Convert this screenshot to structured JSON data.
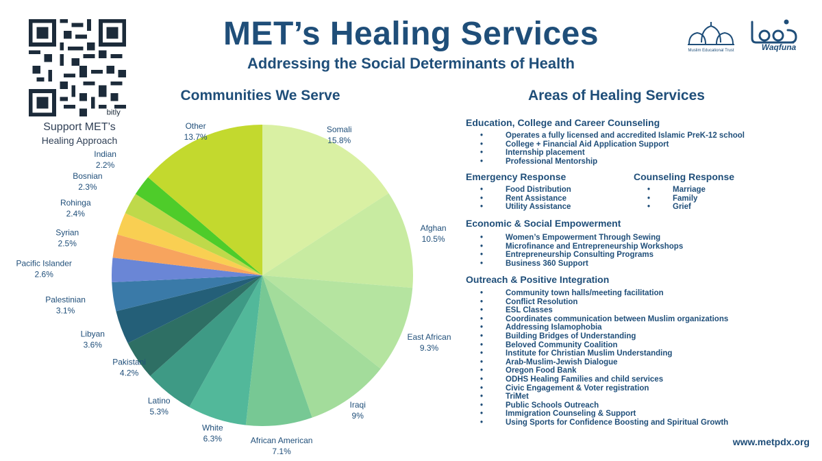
{
  "header": {
    "title": "MET’s Healing Services",
    "subtitle": "Addressing the Social Determinants of Health"
  },
  "qr": {
    "caption_line1": "Support MET’s",
    "caption_line2": "Healing Approach",
    "mark": "bitly"
  },
  "logos": {
    "met_name": "Muslim Educational Trust",
    "waqfuna": "Waqfuna"
  },
  "chart_data": {
    "type": "pie",
    "title": "Communities We Serve",
    "slices": [
      {
        "label": "Somali",
        "value": 15.8,
        "display": "15.8%",
        "color": "#d9f0a3"
      },
      {
        "label": "Afghan",
        "value": 10.5,
        "display": "10.5%",
        "color": "#c8eba1"
      },
      {
        "label": "East African",
        "value": 9.3,
        "display": "9.3%",
        "color": "#b5e4a0"
      },
      {
        "label": "Iraqi",
        "value": 9,
        "display": "9%",
        "color": "#a3dc9b"
      },
      {
        "label": "African American",
        "value": 7.1,
        "display": "7.1%",
        "color": "#77c894"
      },
      {
        "label": "White",
        "value": 6.3,
        "display": "6.3%",
        "color": "#52b89a"
      },
      {
        "label": "Latino",
        "value": 5.3,
        "display": "5.3%",
        "color": "#3e9a85"
      },
      {
        "label": "Pakistani",
        "value": 4.2,
        "display": "4.2%",
        "color": "#2e6f64"
      },
      {
        "label": "Libyan",
        "value": 3.6,
        "display": "3.6%",
        "color": "#245f78"
      },
      {
        "label": "Palestinian",
        "value": 3.1,
        "display": "3.1%",
        "color": "#3a7aa8"
      },
      {
        "label": "Pacific Islander",
        "value": 2.6,
        "display": "2.6%",
        "color": "#6a86d6"
      },
      {
        "label": "Syrian",
        "value": 2.5,
        "display": "2.5%",
        "color": "#f7a45e"
      },
      {
        "label": "Rohinga",
        "value": 2.4,
        "display": "2.4%",
        "color": "#f9cf52"
      },
      {
        "label": "Bosnian",
        "value": 2.3,
        "display": "2.3%",
        "color": "#bfd94a"
      },
      {
        "label": "Indian",
        "value": 2.2,
        "display": "2.2%",
        "color": "#4ecc2a"
      },
      {
        "label": "Other",
        "value": 13.7,
        "display": "13.7%",
        "color": "#c3d92e"
      }
    ]
  },
  "services": {
    "title": "Areas of Healing Services",
    "education": {
      "title": "Education, College and Career Counseling",
      "items": [
        "Operates a fully licensed and accredited Islamic PreK-12 school",
        "College + Financial Aid Application Support",
        "Internship placement",
        "Professional Mentorship"
      ]
    },
    "emergency": {
      "title": "Emergency Response",
      "items": [
        "Food Distribution",
        "Rent Assistance",
        "Utility Assistance"
      ]
    },
    "counseling": {
      "title": "Counseling Response",
      "items": [
        "Marriage",
        "Family",
        "Grief"
      ]
    },
    "economic": {
      "title": "Economic & Social Empowerment",
      "items": [
        "Women’s Empowerment Through Sewing",
        "Microfinance and Entrepreneurship Workshops",
        "Entrepreneurship Consulting Programs",
        "Business 360 Support"
      ]
    },
    "outreach": {
      "title": "Outreach & Positive Integration",
      "items": [
        "Community town halls/meeting facilitation",
        "Conflict Resolution",
        "ESL Classes",
        "Coordinates communication between Muslim organizations",
        "Addressing Islamophobia",
        "Building Bridges of Understanding",
        "Beloved Community Coalition",
        "Institute for Christian Muslim Understanding",
        "Arab-Muslim-Jewish Dialogue",
        "Oregon Food Bank",
        "ODHS Healing Families and child services",
        "Civic Engagement & Voter registration",
        "TriMet",
        "Public Schools Outreach",
        "Immigration Counseling & Support",
        "Using Sports for Confidence Boosting and Spiritual Growth"
      ]
    }
  },
  "footer": {
    "url": "www.metpdx.org"
  }
}
